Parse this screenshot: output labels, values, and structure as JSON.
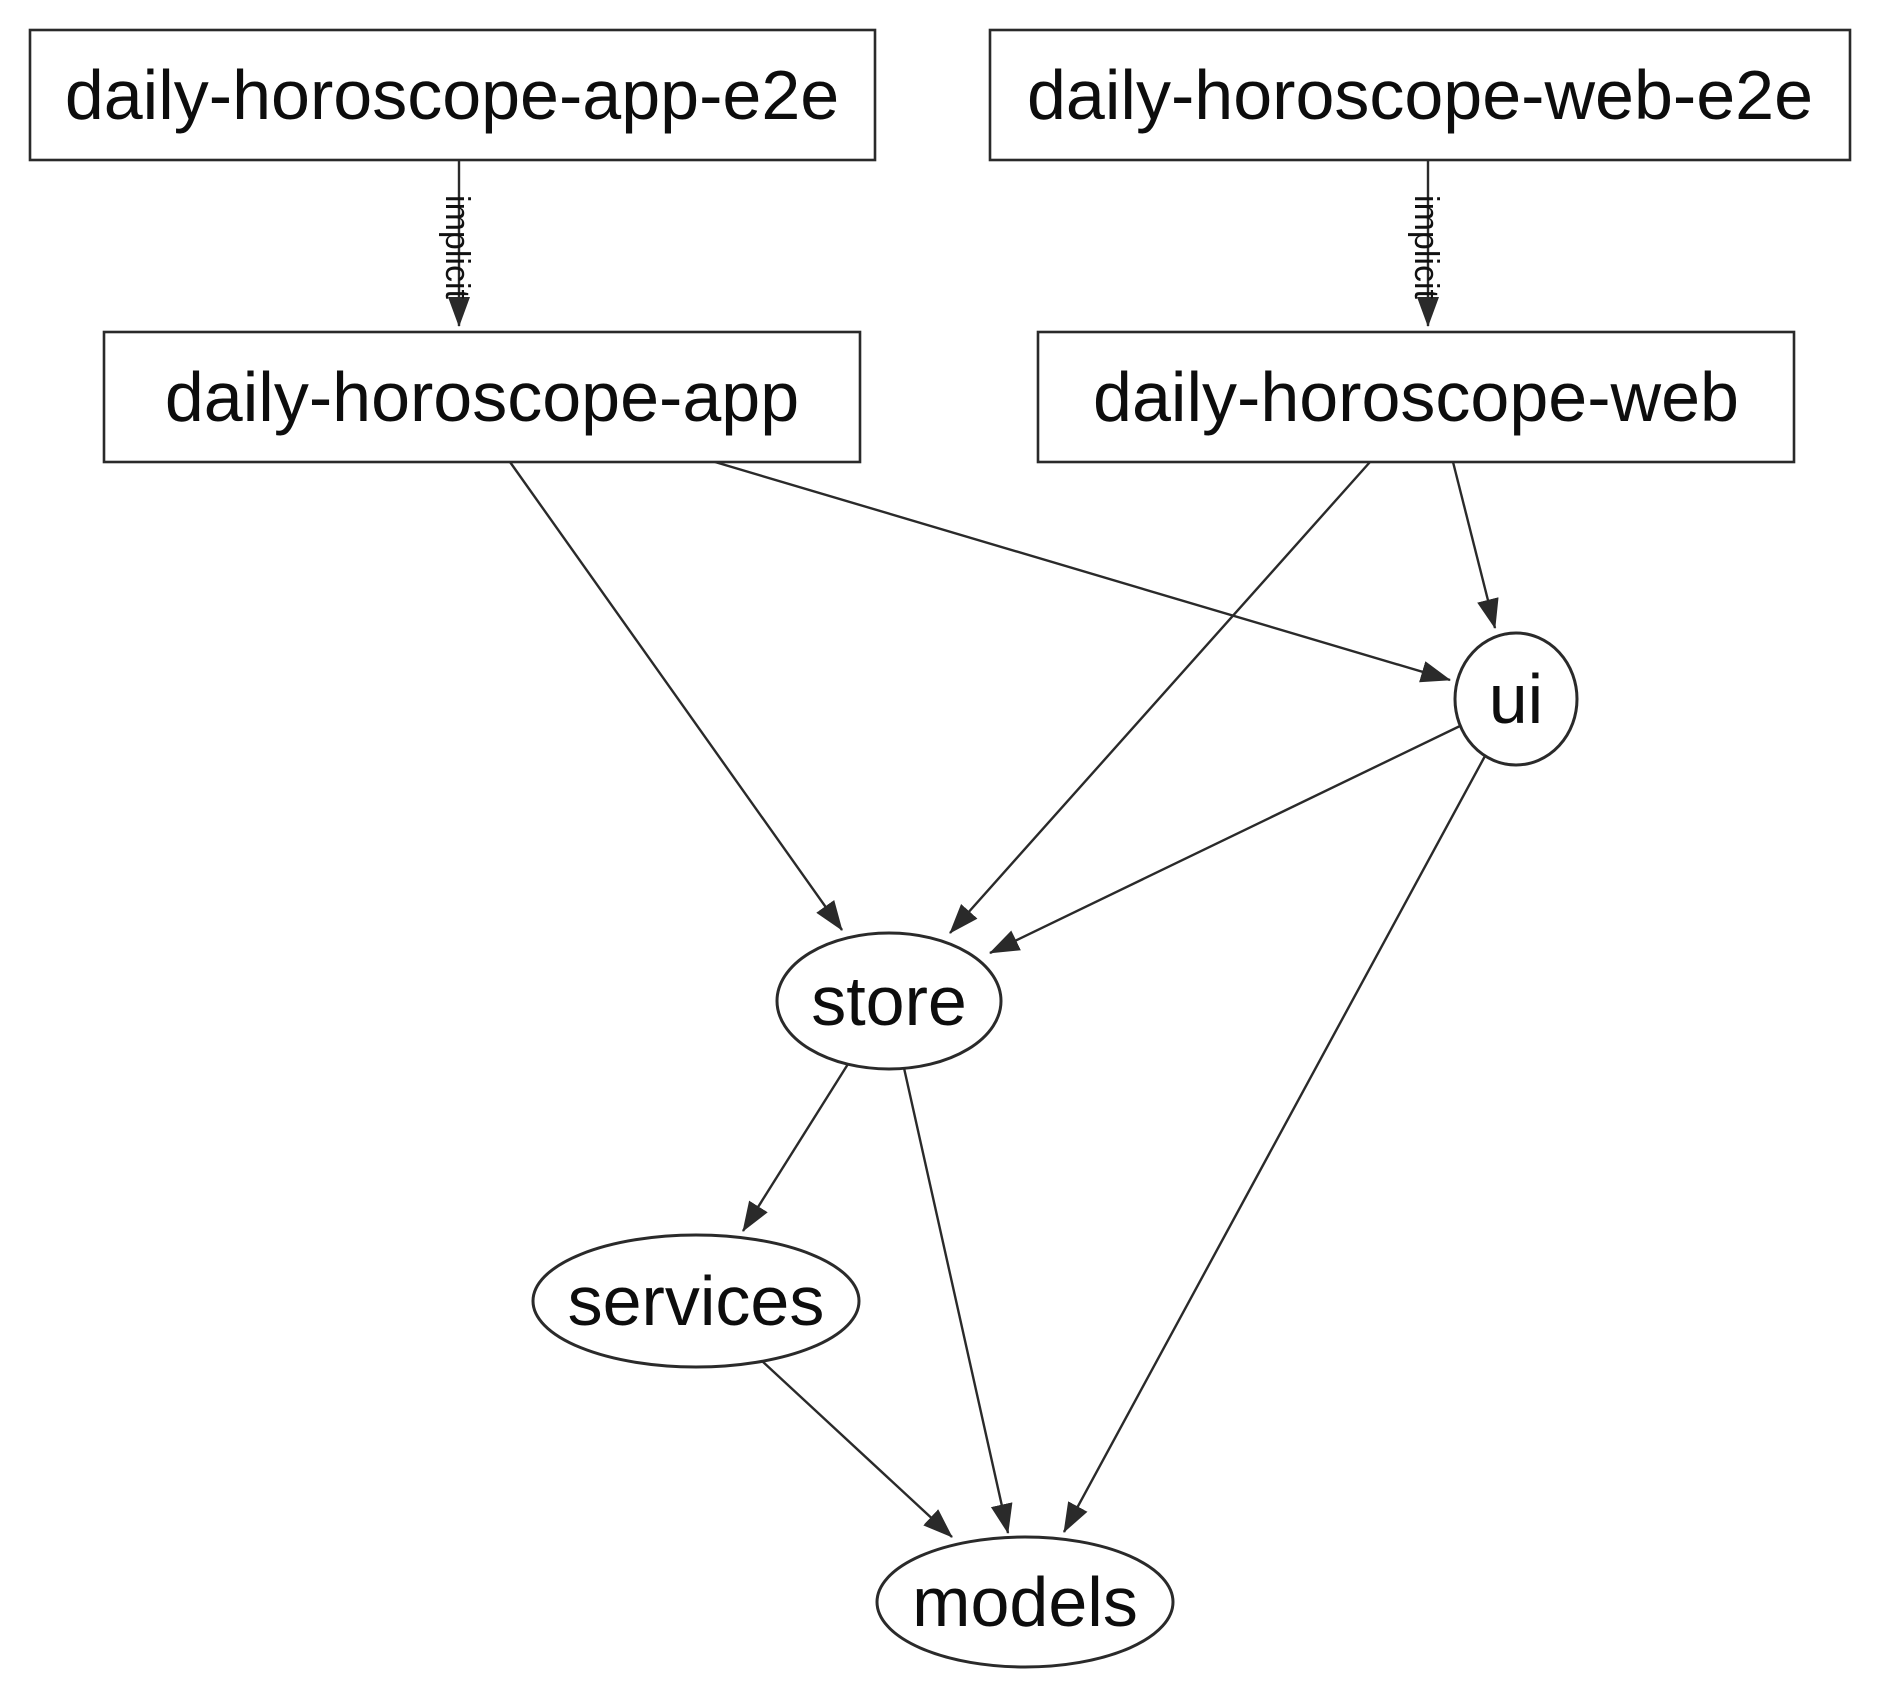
{
  "diagram": {
    "kind": "project-dependency-graph",
    "background_color": "#ffffff",
    "line_color": "#2a2a2a",
    "text_color": "#0d0d0d"
  },
  "nodes": {
    "app_e2e": {
      "label": "daily-horoscope-app-e2e",
      "shape": "rect"
    },
    "web_e2e": {
      "label": "daily-horoscope-web-e2e",
      "shape": "rect"
    },
    "app": {
      "label": "daily-horoscope-app",
      "shape": "rect"
    },
    "web": {
      "label": "daily-horoscope-web",
      "shape": "rect"
    },
    "ui": {
      "label": "ui",
      "shape": "ellipse"
    },
    "store": {
      "label": "store",
      "shape": "ellipse"
    },
    "services": {
      "label": "services",
      "shape": "ellipse"
    },
    "models": {
      "label": "models",
      "shape": "ellipse"
    }
  },
  "edges": [
    {
      "from": "daily-horoscope-app-e2e",
      "to": "daily-horoscope-app",
      "label": "implicit"
    },
    {
      "from": "daily-horoscope-web-e2e",
      "to": "daily-horoscope-web",
      "label": "implicit"
    },
    {
      "from": "daily-horoscope-app",
      "to": "store",
      "label": ""
    },
    {
      "from": "daily-horoscope-app",
      "to": "ui",
      "label": ""
    },
    {
      "from": "daily-horoscope-web",
      "to": "store",
      "label": ""
    },
    {
      "from": "daily-horoscope-web",
      "to": "ui",
      "label": ""
    },
    {
      "from": "ui",
      "to": "store",
      "label": ""
    },
    {
      "from": "ui",
      "to": "models",
      "label": ""
    },
    {
      "from": "store",
      "to": "services",
      "label": ""
    },
    {
      "from": "store",
      "to": "models",
      "label": ""
    },
    {
      "from": "services",
      "to": "models",
      "label": ""
    }
  ]
}
